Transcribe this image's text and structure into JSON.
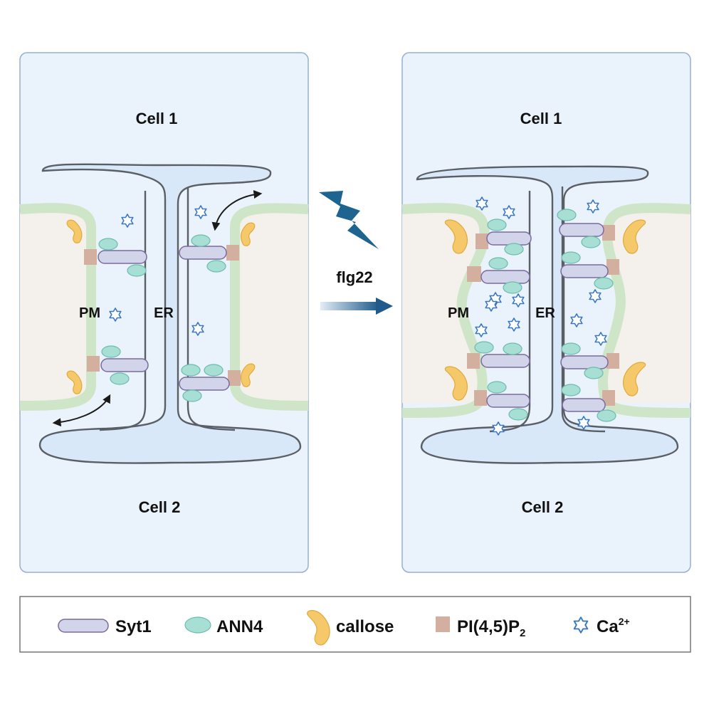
{
  "panels": [
    {
      "top_label": "Cell 1",
      "bottom_label": "Cell 2",
      "pm_label": "PM",
      "er_label": "ER"
    },
    {
      "top_label": "Cell 1",
      "bottom_label": "Cell 2",
      "pm_label": "PM",
      "er_label": "ER"
    }
  ],
  "stimulus": {
    "label": "flg22"
  },
  "legend": {
    "items": [
      {
        "icon": "syt1-capsule-icon",
        "label": "Syt1",
        "color": "#d2d5ea"
      },
      {
        "icon": "ann4-ellipse-icon",
        "label": "ANN4",
        "color": "#a8dfd4"
      },
      {
        "icon": "callose-crescent-icon",
        "label": "callose",
        "color": "#f5c86a"
      },
      {
        "icon": "pip2-square-icon",
        "label": "PI(4,5)P",
        "subscript": "2",
        "color": "#d3afa0"
      },
      {
        "icon": "calcium-star-icon",
        "label": "Ca",
        "superscript": "2+",
        "color": "#3a78c2"
      }
    ]
  },
  "colors": {
    "panel_bg": "#eaf2fb",
    "panel_border": "#97afd0",
    "er": "#d9e8f8",
    "membrane": "#cfe5c8",
    "cell_wall": "#f4f1ec",
    "arrow_start": "#d6e4f2",
    "arrow_end": "#1f5a8a",
    "lightning": "#1d6590"
  }
}
